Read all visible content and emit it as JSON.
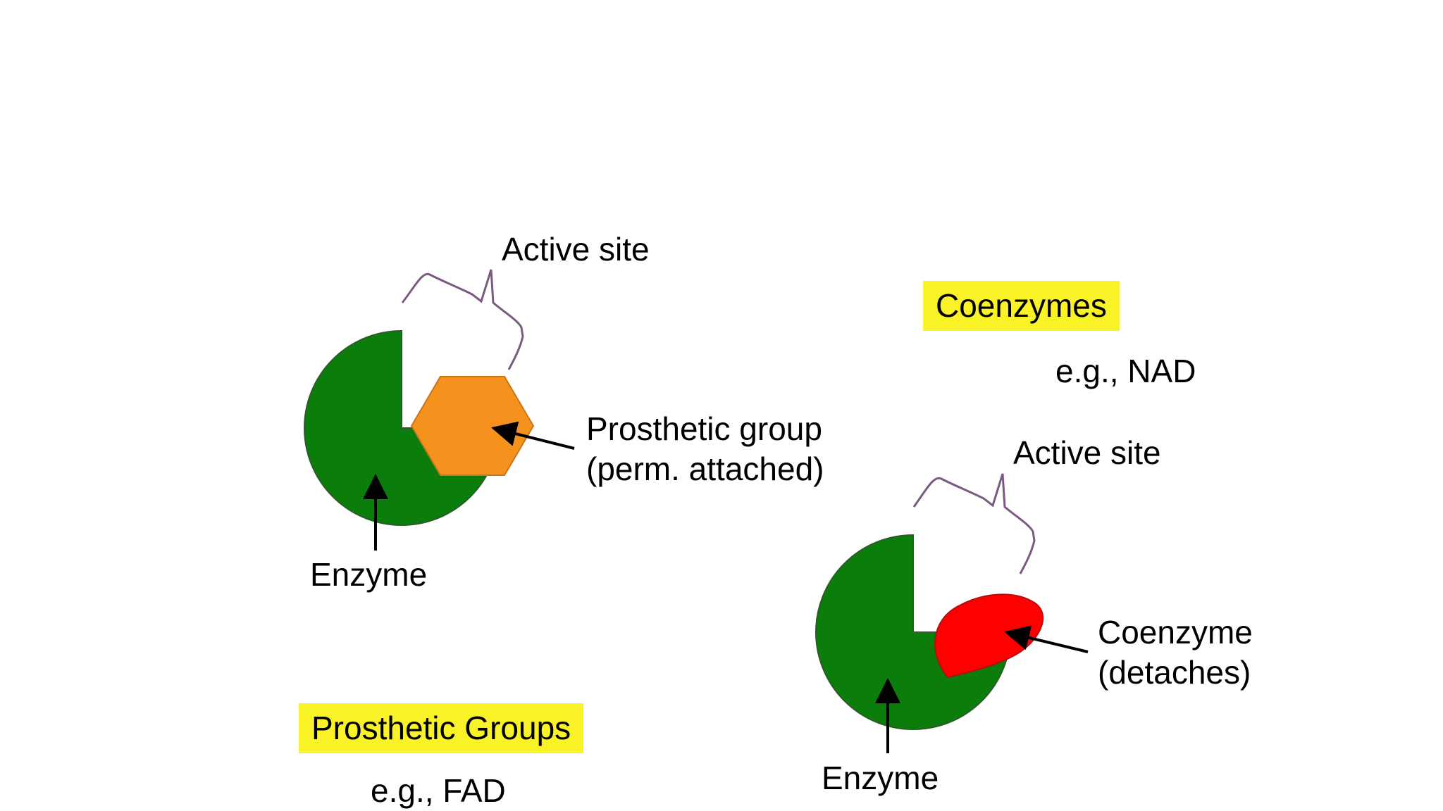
{
  "left_panel": {
    "active_site_label": "Active site",
    "cofactor_label_line1": "Prosthetic group",
    "cofactor_label_line2": "(perm. attached)",
    "enzyme_label": "Enzyme",
    "heading": "Prosthetic Groups",
    "example": "e.g., FAD"
  },
  "right_panel": {
    "heading": "Coenzymes",
    "example": "e.g., NAD",
    "active_site_label": "Active site",
    "cofactor_label_line1": "Coenzyme",
    "cofactor_label_line2": "(detaches)",
    "enzyme_label": "Enzyme"
  },
  "colors": {
    "enzyme": "#0a7d0a",
    "prosthetic_group": "#f5921e",
    "coenzyme": "#ff0000",
    "brace": "#7a5a80",
    "highlight": "#f8f227",
    "arrow": "#000000"
  }
}
